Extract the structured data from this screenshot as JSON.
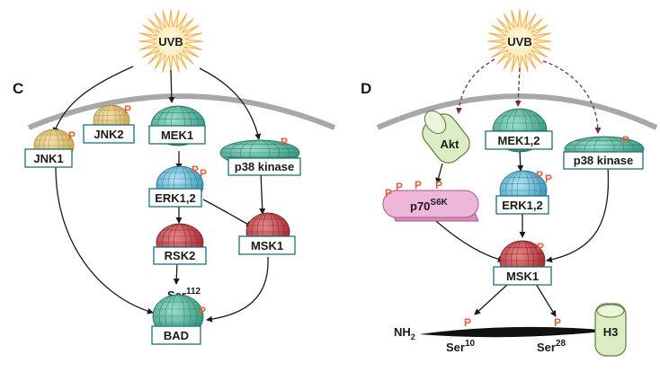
{
  "panels": {
    "left": "C",
    "right": "D"
  },
  "left": {
    "uvb": "UVB",
    "jnk1": "JNK1",
    "jnk2": "JNK2",
    "mek1": "MEK1",
    "p38": "p38 kinase",
    "erk": "ERK1,2",
    "rsk2": "RSK2",
    "msk1": "MSK1",
    "bad": "BAD",
    "ser_base": "Ser",
    "ser_sup": "112"
  },
  "right": {
    "uvb": "UVB",
    "akt": "Akt",
    "mek": "MEK1,2",
    "p38": "p38 kinase",
    "p70_base": "p70",
    "p70_sup": "S6K",
    "erk": "ERK1,2",
    "msk1": "MSK1",
    "nh2_base": "NH",
    "nh2_sub": "2",
    "ser10_base": "Ser",
    "ser10_sup": "10",
    "ser28_base": "Ser",
    "ser28_sup": "28",
    "h3": "H3"
  },
  "phospho": "P",
  "colors": {
    "tan": "#d9bd6e",
    "teal": "#3fa48e",
    "blue": "#49a9c9",
    "red": "#b8353a",
    "pink": "#eeb7d8",
    "akt": "#dcedc5",
    "membrane": "#a8a8a8",
    "dashed": "#7a2a35",
    "phospho": "#e0603f"
  }
}
